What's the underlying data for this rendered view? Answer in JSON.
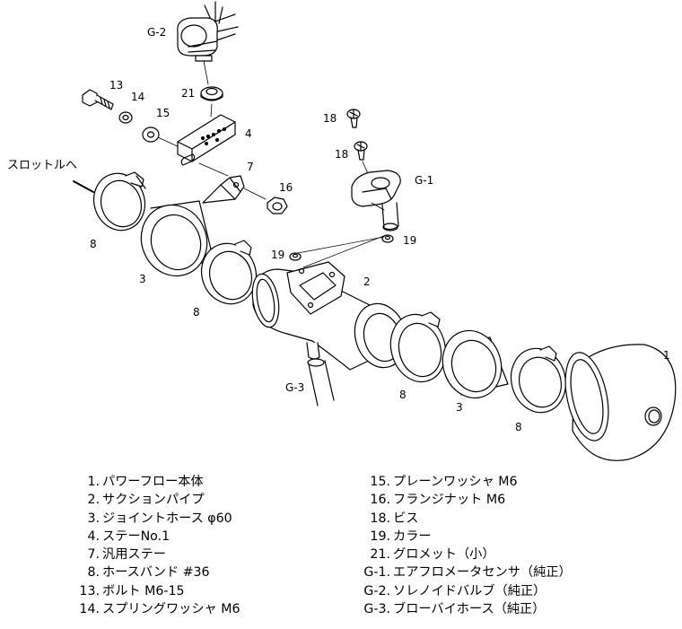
{
  "callouts": {
    "g2": "G-2",
    "n21": "21",
    "n13": "13",
    "n14": "14",
    "n15": "15",
    "n4": "4",
    "n7": "7",
    "n16": "16",
    "throttle": "スロットルへ",
    "n8a": "8",
    "n3a": "3",
    "n8b": "8",
    "n18a": "18",
    "n18b": "18",
    "g1": "G-1",
    "n19a": "19",
    "n19b": "19",
    "n2": "2",
    "n8c": "8",
    "g3": "G-3",
    "n3b": "3",
    "n8d": "8",
    "n1": "1"
  },
  "legend": {
    "left": [
      {
        "num": "1.",
        "text": "パワーフロー本体"
      },
      {
        "num": "2.",
        "text": "サクションパイプ"
      },
      {
        "num": "3.",
        "text": "ジョイントホース φ60"
      },
      {
        "num": "4.",
        "text": "ステーNo.1"
      },
      {
        "num": "7.",
        "text": "汎用ステー"
      },
      {
        "num": "8.",
        "text": "ホースバンド #36"
      },
      {
        "num": "13.",
        "text": "ボルト M6-15"
      },
      {
        "num": "14.",
        "text": "スプリングワッシャ M6"
      }
    ],
    "right": [
      {
        "num": "15.",
        "text": "プレーンワッシャ M6"
      },
      {
        "num": "16.",
        "text": "フランジナット M6"
      },
      {
        "num": "18.",
        "text": "ビス"
      },
      {
        "num": "19.",
        "text": "カラー"
      },
      {
        "num": "21.",
        "text": "グロメット（小）"
      },
      {
        "num": "G-1.",
        "text": "エアフロメータセンサ（純正）"
      },
      {
        "num": "G-2.",
        "text": "ソレノイドバルブ（純正）"
      },
      {
        "num": "G-3.",
        "text": "ブローバイホース（純正）"
      }
    ]
  }
}
